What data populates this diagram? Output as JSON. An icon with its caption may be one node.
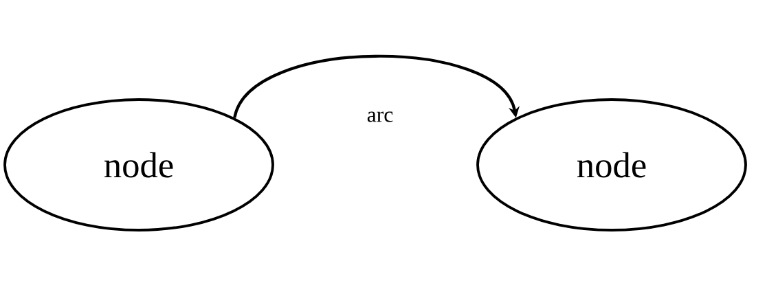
{
  "diagram": {
    "nodes": [
      {
        "text": [
          "node"
        ]
      },
      {
        "text": [
          "node"
        ]
      }
    ],
    "edges": [
      {
        "from": 0,
        "to": 1,
        "arrow": "to",
        "label": "arc"
      }
    ]
  }
}
